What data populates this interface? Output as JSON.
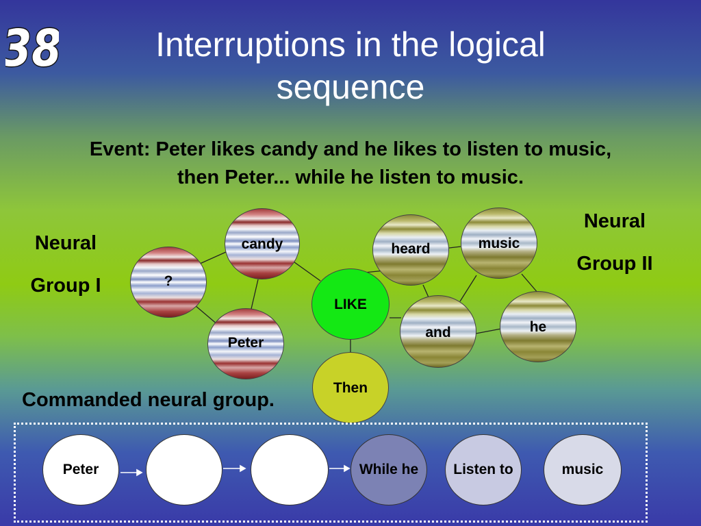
{
  "slide_number": "38",
  "title": {
    "line1": "Interruptions in the logical",
    "line2": "sequence"
  },
  "event": {
    "line1": "Event: Peter likes candy and he likes to listen to music,",
    "line2": "then Peter... while he listen to music."
  },
  "group_one": {
    "line1": "Neural",
    "line2": "Group I"
  },
  "group_two": {
    "line1": "Neural",
    "line2": "Group II"
  },
  "nodes": {
    "question": "?",
    "candy": "candy",
    "peter": "Peter",
    "like": "LIKE",
    "then": "Then",
    "heard": "heard",
    "music": "music",
    "and": "and",
    "he": "he"
  },
  "commanded_label": "Commanded neural group.",
  "sequence": [
    "Peter",
    "",
    "",
    "While he",
    "Listen to",
    "music"
  ],
  "colors": {
    "like": "#14e814",
    "then": "#c8d228",
    "while_he": "#7c82b4",
    "listen_to": "#c8cae2",
    "music_cmd": "#d8dae8"
  }
}
